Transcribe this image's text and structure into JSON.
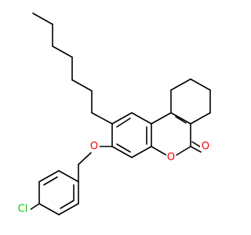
{
  "molecule": {
    "atoms": {
      "oxygen_ether": {
        "label": "O",
        "color": "#ff0000"
      },
      "oxygen_ring": {
        "label": "O",
        "color": "#ff0000"
      },
      "oxygen_carbonyl": {
        "label": "O",
        "color": "#ff0000"
      },
      "chlorine": {
        "label": "Cl",
        "color": "#00cc00"
      }
    },
    "bond_color": "#000000",
    "background": "#ffffff"
  }
}
